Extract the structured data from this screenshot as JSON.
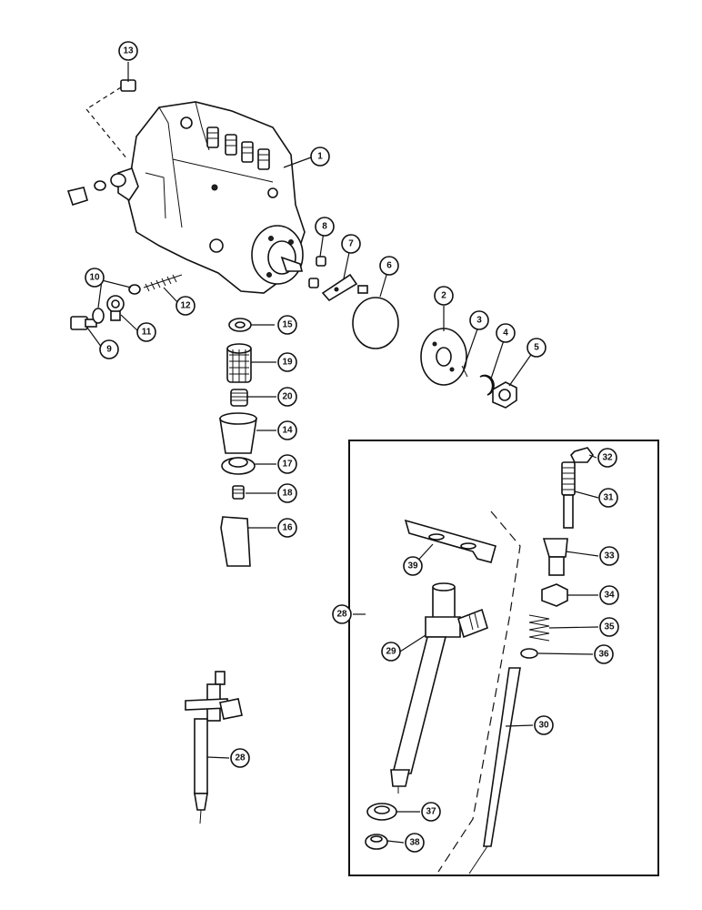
{
  "diagram": {
    "title": "",
    "callouts": [
      "1",
      "2",
      "3",
      "4",
      "5",
      "6",
      "7",
      "8",
      "9",
      "10",
      "11",
      "12",
      "13",
      "14",
      "15",
      "16",
      "17",
      "18",
      "19",
      "20",
      "28",
      "28",
      "29",
      "30",
      "31",
      "32",
      "33",
      "34",
      "35",
      "36",
      "37",
      "38",
      "39"
    ]
  }
}
